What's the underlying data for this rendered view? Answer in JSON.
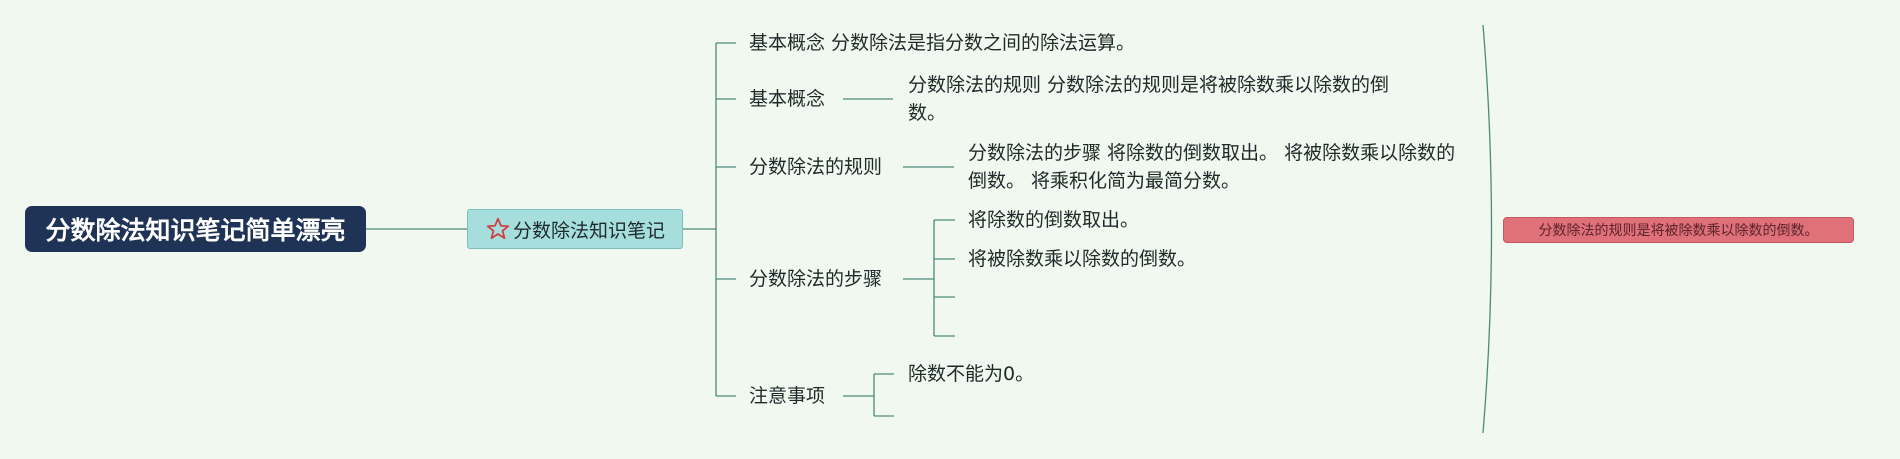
{
  "root": {
    "title": "分数除法知识笔记简单漂亮"
  },
  "subtopic": {
    "title": "分数除法知识笔记",
    "icon": "star-icon"
  },
  "branches": [
    {
      "label": "基本概念 分数除法是指分数之间的除法运算。"
    },
    {
      "label": "基本概念",
      "child": "分数除法的规则 分数除法的规则是将被除数乘以除数的倒数。"
    },
    {
      "label": "分数除法的规则",
      "child": "分数除法的步骤 将除数的倒数取出。 将被除数乘以除数的倒数。 将乘积化简为最简分数。"
    },
    {
      "label": "分数除法的步骤",
      "children": [
        "将除数的倒数取出。",
        "将被除数乘以除数的倒数。",
        "",
        ""
      ]
    },
    {
      "label": "注意事项",
      "children": [
        "除数不能为0。",
        ""
      ]
    }
  ],
  "summary": {
    "label": "分数除法的规则是将被除数乘以除数的倒数。"
  },
  "colors": {
    "root_bg": "#1e3356",
    "subtopic_bg": "#a6dede",
    "summary_bg": "#e0707a",
    "line": "#4e8a7a",
    "background": "#f0f8ef"
  }
}
